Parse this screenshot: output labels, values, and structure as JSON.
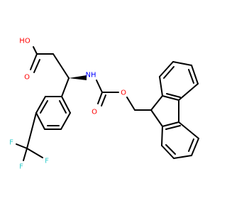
{
  "molecule": {
    "atom_labels": {
      "hydroxyl": "HO",
      "acid_carbonyl_oxygen": "O",
      "amine": "NH",
      "carbamate_carbonyl_oxygen": "O",
      "carbamate_ester_oxygen": "O",
      "fluorine_1": "F",
      "fluorine_2": "F",
      "fluorine_3": "F"
    },
    "colors": {
      "bond": "#000000",
      "oxygen": "#ff0000",
      "nitrogen": "#0000ff",
      "fluorine": "#33cccc"
    }
  }
}
